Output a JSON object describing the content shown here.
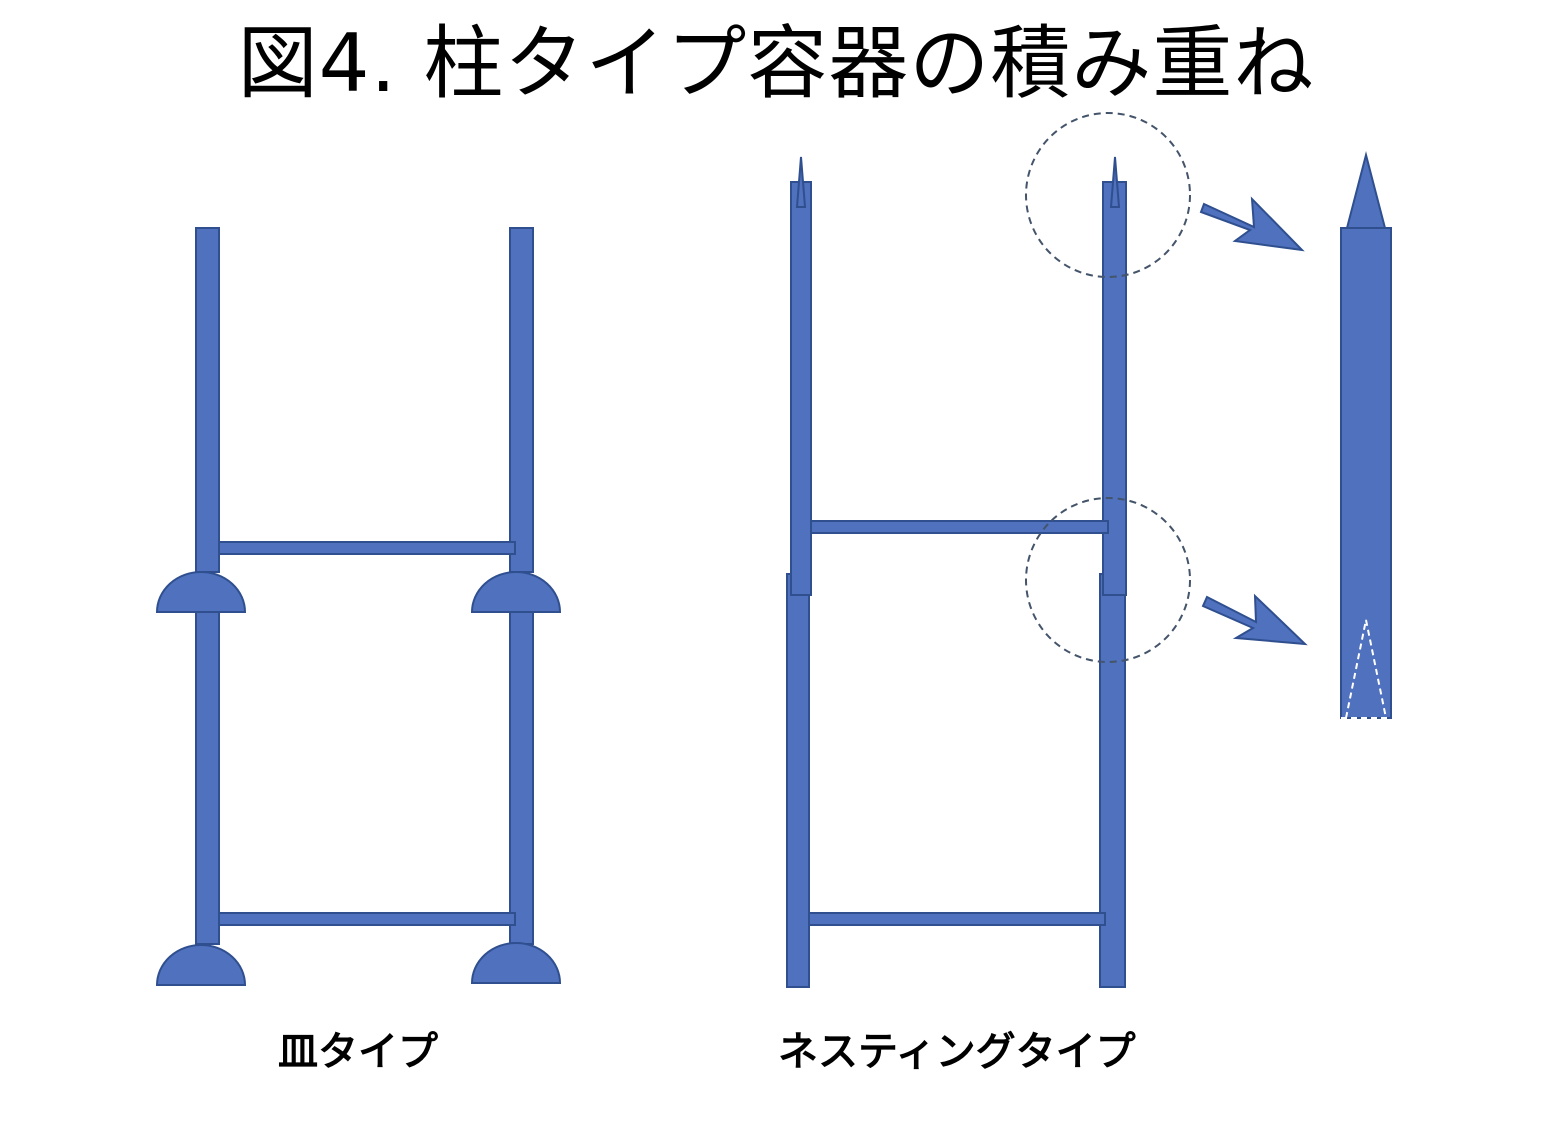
{
  "figure": {
    "title": "図4. 柱タイプ容器の積み重ね",
    "captions": {
      "dish_type": "皿タイプ",
      "nesting_type": "ネスティングタイプ"
    }
  },
  "colors": {
    "fill": "#4f71be",
    "stroke": "#2f4f8f",
    "callout_stroke": "#44546a",
    "hidden_edge": "#ffffff",
    "text": "#000000"
  },
  "icons": [
    "arrow-right-icon",
    "callout-circle",
    "spike-tip"
  ]
}
